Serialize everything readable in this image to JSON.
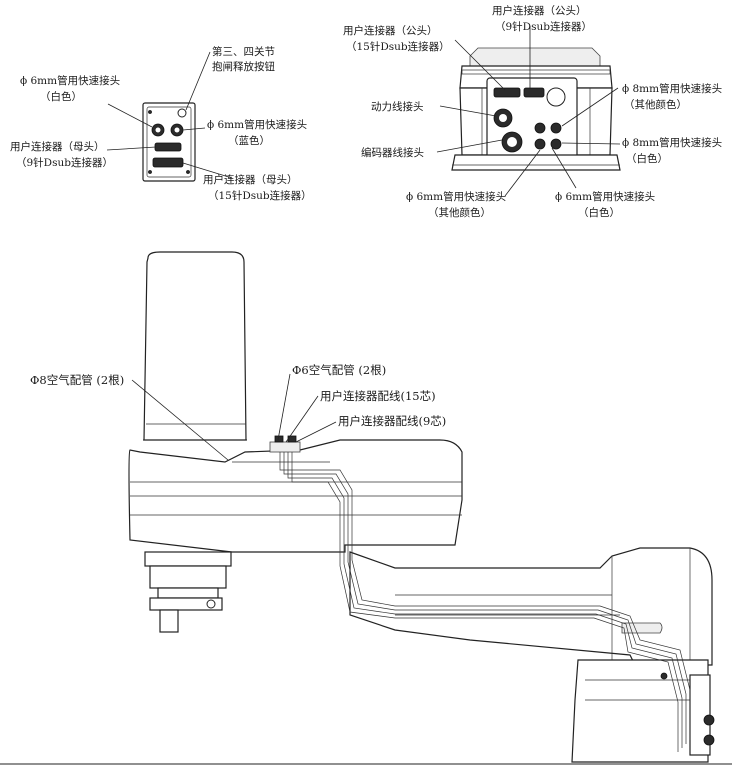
{
  "detail_left": {
    "brake_button": [
      "第三、四关节",
      "抱闸释放按钮"
    ],
    "fitting_white": [
      "ϕ 6mm管用快速接头",
      "（白色）"
    ],
    "fitting_blue": [
      "ϕ 6mm管用快速接头",
      "（蓝色）"
    ],
    "user_conn_9": [
      "用户连接器（母头）",
      "（9针Dsub连接器）"
    ],
    "user_conn_15": [
      "用户连接器（母头）",
      "（15针Dsub连接器）"
    ]
  },
  "detail_right": {
    "user_conn_9_male": [
      "用户连接器（公头）",
      "（9针Dsub连接器）"
    ],
    "user_conn_15_male": [
      "用户连接器（公头）",
      "（15针Dsub连接器）"
    ],
    "power_conn": "动力线接头",
    "encoder_conn": "编码器线接头",
    "fitting_8_other": [
      "ϕ 8mm管用快速接头",
      "（其他颜色）"
    ],
    "fitting_8_white": [
      "ϕ 8mm管用快速接头",
      "（白色）"
    ],
    "fitting_6_other": [
      "ϕ 6mm管用快速接头",
      "（其他颜色）"
    ],
    "fitting_6_white": [
      "ϕ 6mm管用快速接头",
      "（白色）"
    ]
  },
  "main": {
    "air_pipe_8": "Φ8空气配管 (2根)",
    "air_pipe_6": "Φ6空气配管 (2根)",
    "wire_15": "用户连接器配线(15芯)",
    "wire_9": "用户连接器配线(9芯)"
  }
}
